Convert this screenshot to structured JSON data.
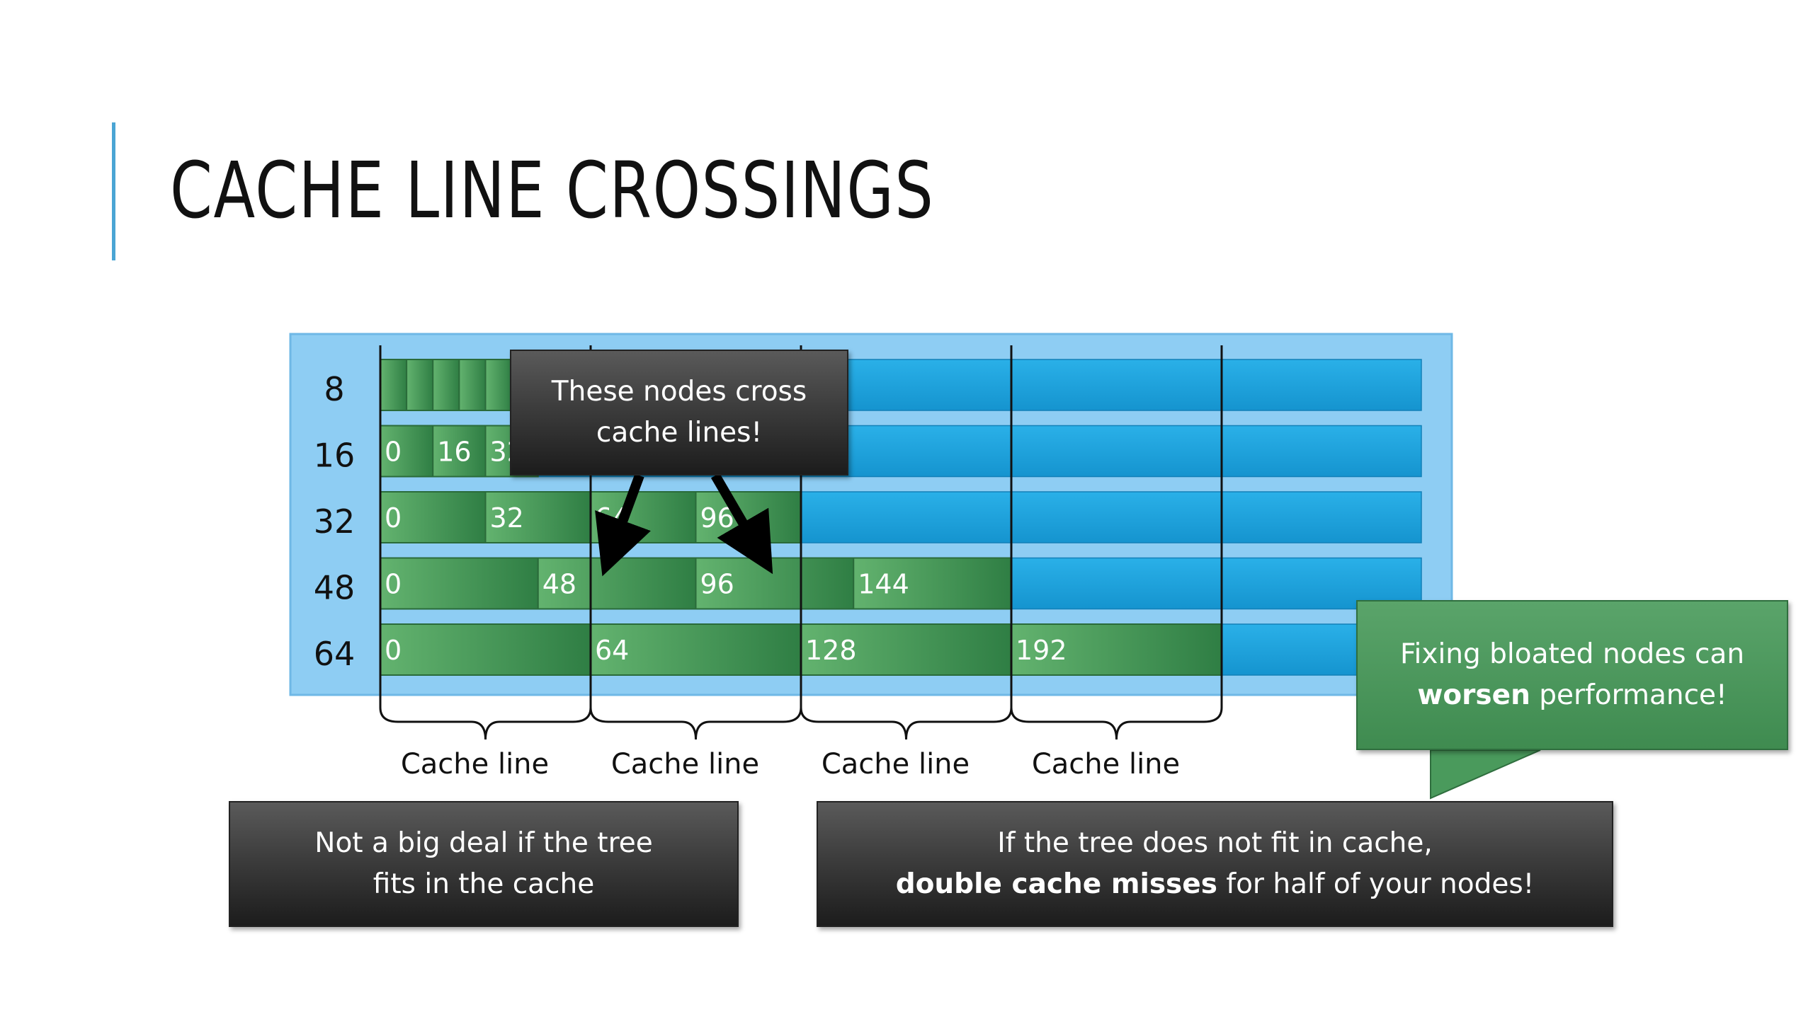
{
  "title": "CACHE LINE CROSSINGS",
  "diagram": {
    "row_labels": [
      "8",
      "16",
      "32",
      "48",
      "64"
    ],
    "row_node_labels": [
      [],
      [
        "0",
        "16",
        "32"
      ],
      [
        "0",
        "32",
        "64",
        "96"
      ],
      [
        "0",
        "48",
        "96",
        "144"
      ],
      [
        "0",
        "64",
        "128",
        "192"
      ]
    ],
    "cache_line_label": "Cache line",
    "cache_line_count": 4,
    "colors": {
      "panel": "#8ecdf3",
      "lane": "#1ea6e0",
      "node_light": "#63b36f",
      "node_dark": "#2f7e44",
      "dark_box": "#333333",
      "callout_green": "#4a9a5c",
      "accent": "#4aa5d4"
    }
  },
  "callouts": {
    "cross": {
      "line1": "These nodes cross",
      "line2": "cache lines!"
    },
    "fits": {
      "line1": "Not a big deal if the tree",
      "line2": "fits in the cache"
    },
    "nofit": {
      "line1": "If the tree does not fit in cache,",
      "bold": "double cache misses",
      "rest": " for half of your nodes!"
    },
    "bloat": {
      "line1": "Fixing bloated nodes can",
      "bold": "worsen",
      "rest": " performance!"
    }
  }
}
